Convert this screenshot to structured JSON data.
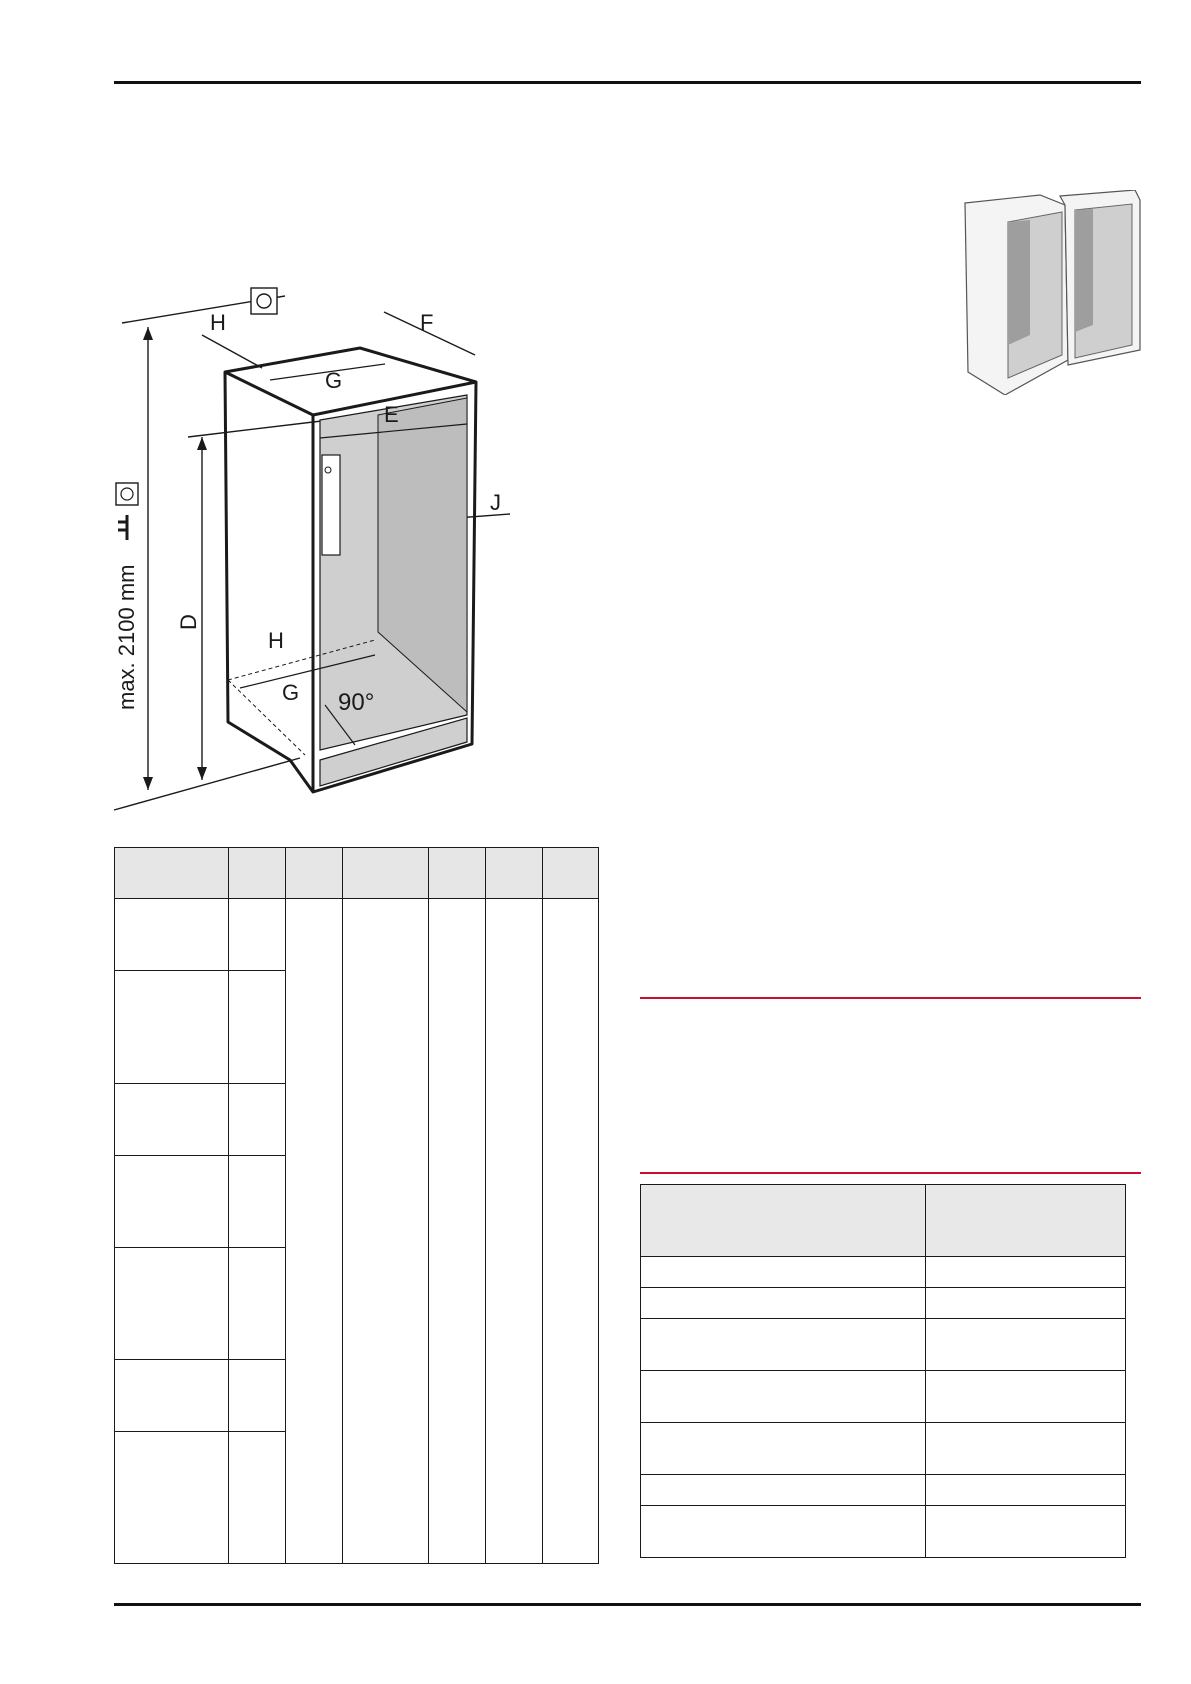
{
  "diagram": {
    "labels": {
      "height_max": "max. 2100 mm",
      "D": "D",
      "E": "E",
      "F": "F",
      "G": "G",
      "H": "H",
      "J": "J",
      "angle": "90°"
    },
    "icons": [
      "socket-icon",
      "plug-icon",
      "wall-outlet-icon"
    ]
  },
  "thumbnail": {
    "icons": [
      "side-by-side-cabinets-icon"
    ]
  },
  "colors": {
    "accent_rule": "#c8102e",
    "table_header": "#e6e6e6",
    "cabinet_interior": "#cfcfcf"
  }
}
